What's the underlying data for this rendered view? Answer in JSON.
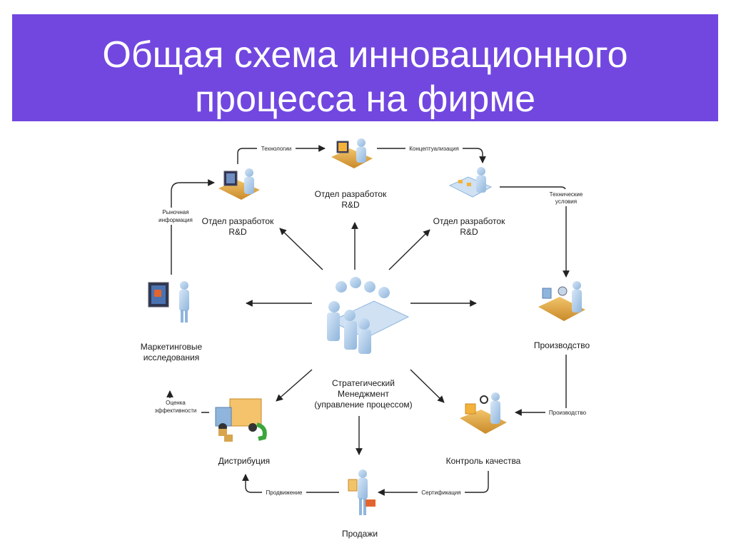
{
  "slide": {
    "title": "Общая схема инновационного\nпроцесса на фирме",
    "title_bg": "#7247e0"
  },
  "nodes": {
    "rd_top": {
      "line1": "Отдел разработок",
      "line2": "R&D"
    },
    "rd_left": {
      "line1": "Отдел разработок",
      "line2": "R&D"
    },
    "rd_right": {
      "line1": "Отдел разработок",
      "line2": "R&D"
    },
    "marketing": {
      "line1": "Маркетинговые",
      "line2": "исследования"
    },
    "production": {
      "line1": "Производство"
    },
    "center": {
      "line1": "Стратегический",
      "line2": "Менеджмент",
      "line3": "(управление процессом)"
    },
    "distribution": {
      "line1": "Дистрибуция"
    },
    "quality": {
      "line1": "Контроль качества"
    },
    "sales": {
      "line1": "Продажи"
    }
  },
  "edges": {
    "technology": "Технологии",
    "conceptualization": "Концептуализация",
    "tech_conditions_1": "Технические",
    "tech_conditions_2": "условия",
    "market_info_1": "Рыночная",
    "market_info_2": "информация",
    "eval_1": "Оценка",
    "eval_2": "эффективности",
    "production_edge": "Производство",
    "certification": "Сертификация",
    "promotion": "Продвижение"
  },
  "icons": {
    "center": "meeting-group-icon",
    "rd": "engineer-workstation-icon",
    "marketing": "presenter-board-icon",
    "production": "factory-line-icon",
    "quality": "inspector-icon",
    "distribution": "delivery-truck-icon",
    "sales": "salesperson-icon"
  }
}
